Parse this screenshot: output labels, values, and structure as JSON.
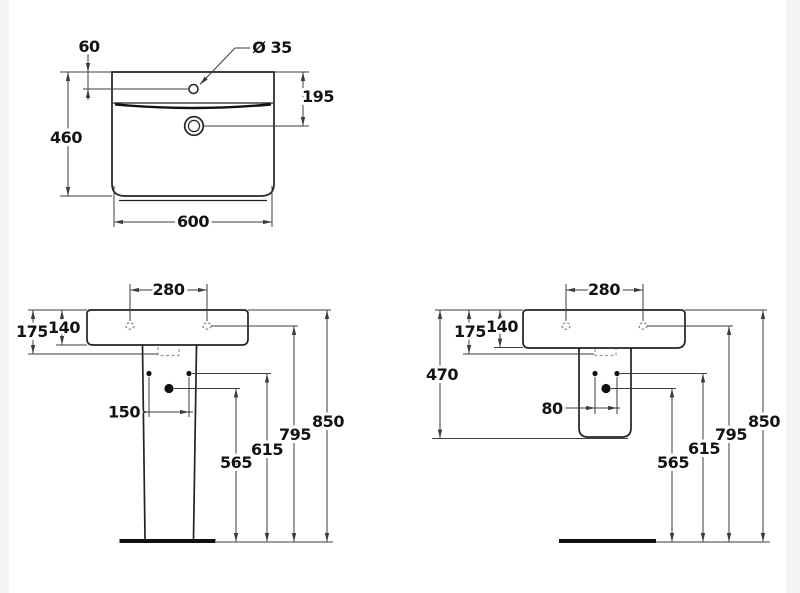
{
  "colors": {
    "object_line": "#222222",
    "dimension_line": "#3d3d3d",
    "text": "#131313",
    "background": "#ffffff",
    "page_margin": "#f5f5f5"
  },
  "top_view": {
    "tap_offset": "60",
    "tap_dia": "Ø 35",
    "drain_offset": "195",
    "depth": "460",
    "width": "600"
  },
  "front_view": {
    "holes": "280",
    "rim_drop": "175",
    "rim_h": "140",
    "ped_holes": "150",
    "h565": "565",
    "h615": "615",
    "h795": "795",
    "h850": "850"
  },
  "side_view": {
    "holes": "280",
    "rim_drop": "175",
    "rim_h": "140",
    "semi_ped": "470",
    "ped_holes": "80",
    "h565": "565",
    "h615": "615",
    "h795": "795",
    "h850": "850"
  }
}
